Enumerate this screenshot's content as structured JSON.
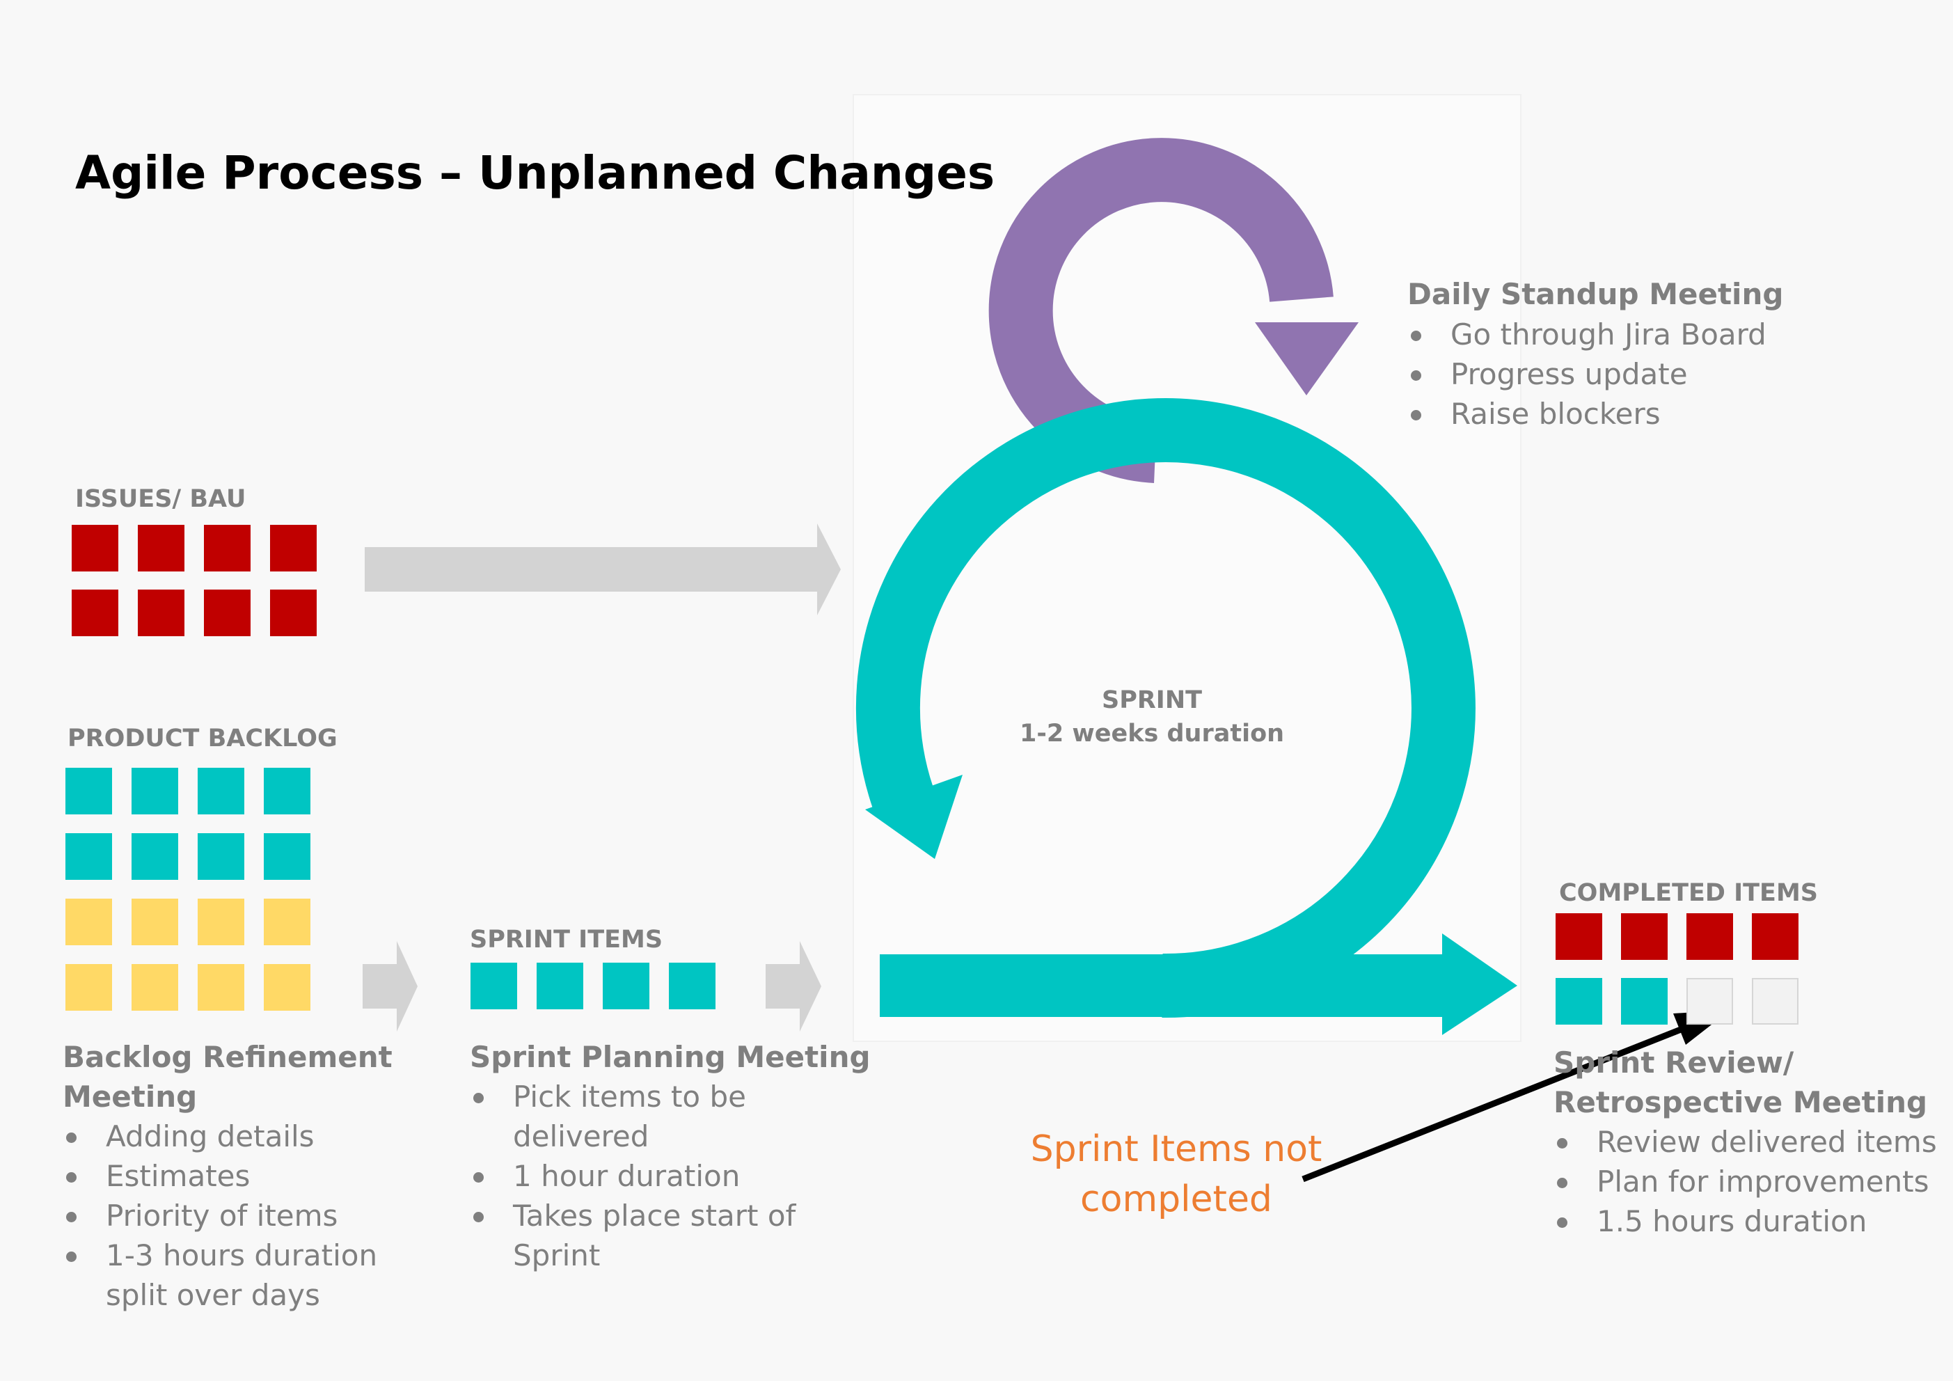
{
  "title": "Agile Process – Unplanned Changes",
  "issues": {
    "label": "ISSUES/ BAU",
    "rows": [
      [
        "red",
        "red",
        "red",
        "red"
      ],
      [
        "red",
        "red",
        "red",
        "red"
      ]
    ]
  },
  "backlog": {
    "label": "PRODUCT BACKLOG",
    "rows": [
      [
        "teal",
        "teal",
        "teal",
        "teal"
      ],
      [
        "teal",
        "teal",
        "teal",
        "teal"
      ],
      [
        "yellow",
        "yellow",
        "yellow",
        "yellow"
      ],
      [
        "yellow",
        "yellow",
        "yellow",
        "yellow"
      ]
    ]
  },
  "backlog_meeting": {
    "title_line1": "Backlog Refinement",
    "title_line2": "Meeting",
    "bullets": [
      "Adding details",
      "Estimates",
      "Priority of items",
      "1-3 hours duration",
      "split over days"
    ]
  },
  "sprint_items": {
    "label": "SPRINT ITEMS",
    "rows": [
      [
        "teal",
        "teal",
        "teal",
        "teal"
      ]
    ]
  },
  "planning_meeting": {
    "title": "Sprint Planning Meeting",
    "bullets": [
      "Pick items to be",
      "delivered",
      "1 hour duration",
      "Takes place start of",
      "Sprint"
    ]
  },
  "sprint": {
    "line1": "SPRINT",
    "line2": "1-2 weeks duration"
  },
  "standup": {
    "title": "Daily Standup Meeting",
    "bullets": [
      "Go through Jira Board",
      "Progress update",
      "Raise blockers"
    ]
  },
  "completed": {
    "label": "COMPLETED ITEMS",
    "rows": [
      [
        "red",
        "red",
        "red",
        "red"
      ],
      [
        "teal",
        "teal",
        "empty",
        "empty"
      ]
    ]
  },
  "review_meeting": {
    "title_line1": "Sprint Review/",
    "title_line2": "Retrospective Meeting",
    "bullets": [
      "Review delivered items",
      "Plan for improvements",
      "1.5 hours duration"
    ]
  },
  "not_completed": {
    "line1": "Sprint Items not",
    "line2": "completed"
  },
  "colors": {
    "red": "#c00000",
    "teal": "#00c5c2",
    "yellow": "#ffd966",
    "purple": "#9074b0",
    "grey_arrow": "#d3d3d3",
    "text_grey": "#7f7f7f",
    "orange": "#ed7d31"
  }
}
